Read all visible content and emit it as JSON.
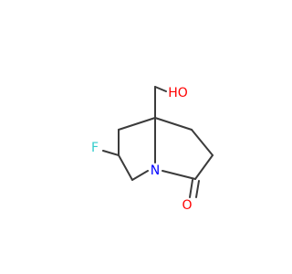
{
  "molecule": {
    "atoms": {
      "hydroxyl": "HO",
      "fluorine": "F",
      "nitrogen": "N",
      "carbonyl_oxygen": "O"
    },
    "colors": {
      "bond": "#3b3b3b",
      "oxygen": "#ff0000",
      "nitrogen": "#0000ff",
      "fluorine": "#33cccc"
    }
  }
}
